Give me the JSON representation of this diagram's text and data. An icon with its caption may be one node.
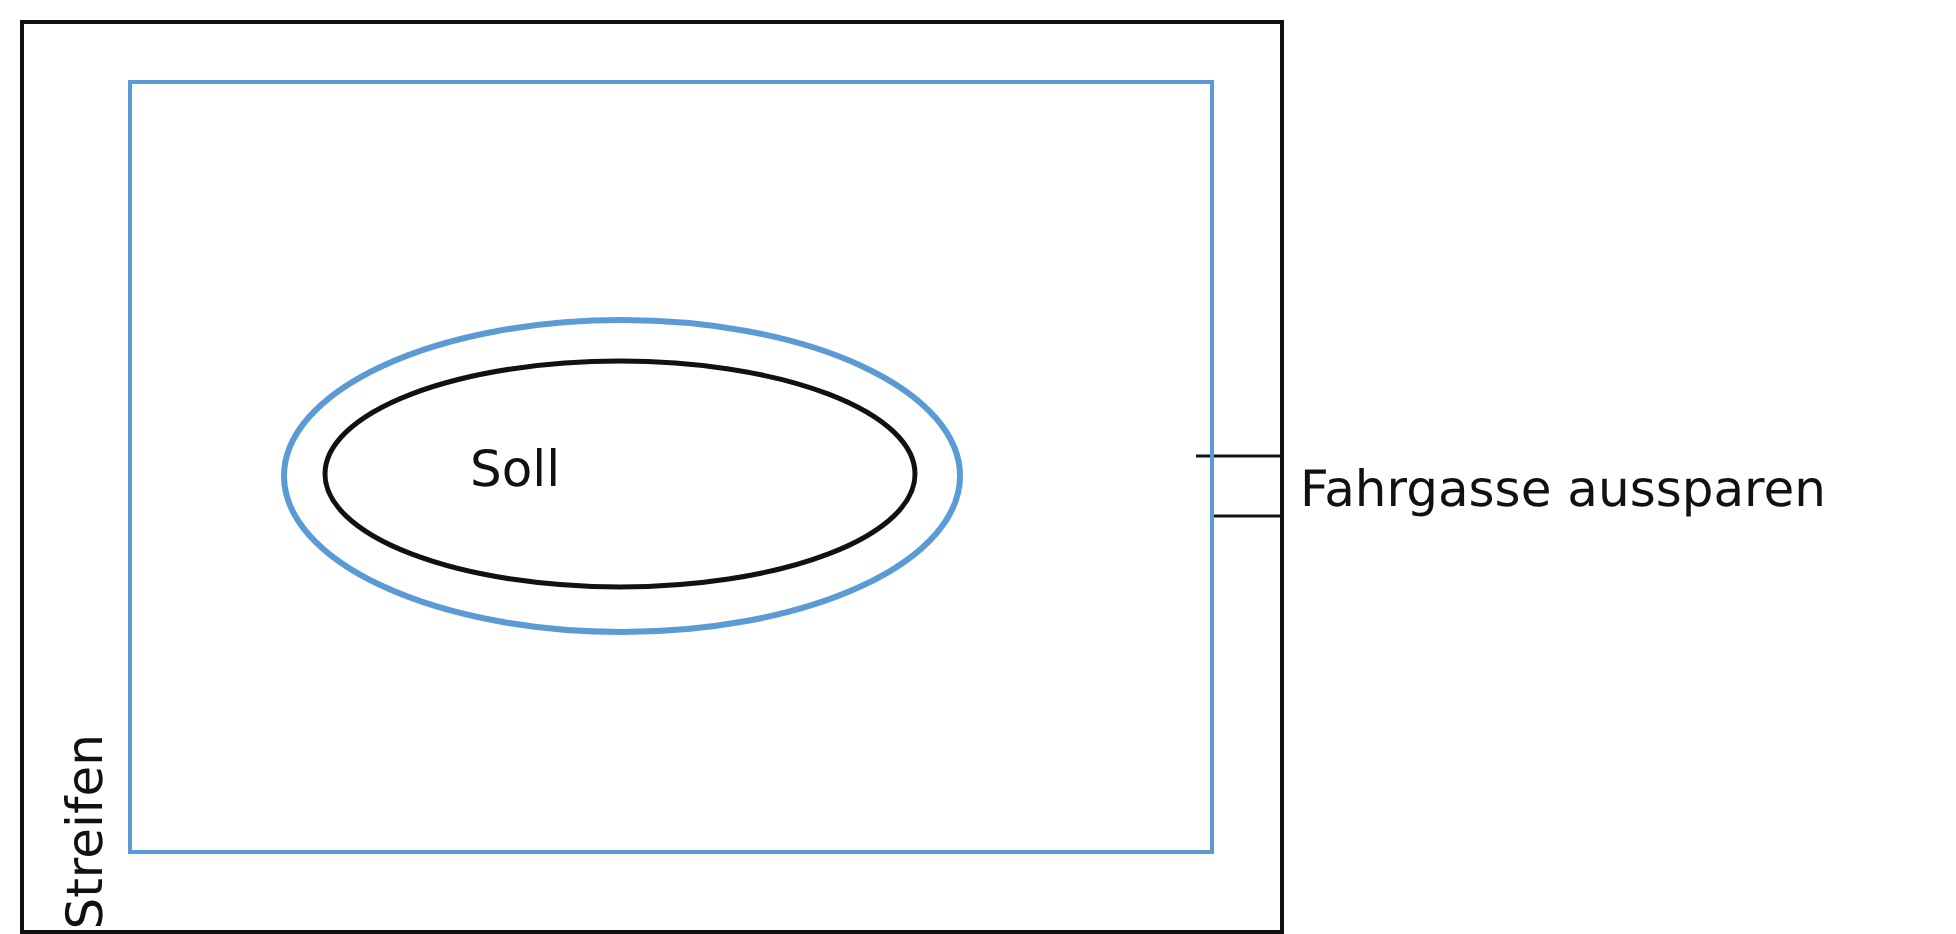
{
  "diagram": {
    "nodes": [
      {
        "text": [],
        "shape": "box"
      },
      {
        "text": [],
        "shape": "box",
        "in": 0
      },
      {
        "text": [],
        "shape": "ellipse",
        "in": 1
      },
      {
        "text": [
          "Soll"
        ],
        "in": 2
      }
    ],
    "edges": [],
    "labels": [
      "Fahrgasse aussparen",
      "Streifen"
    ]
  }
}
